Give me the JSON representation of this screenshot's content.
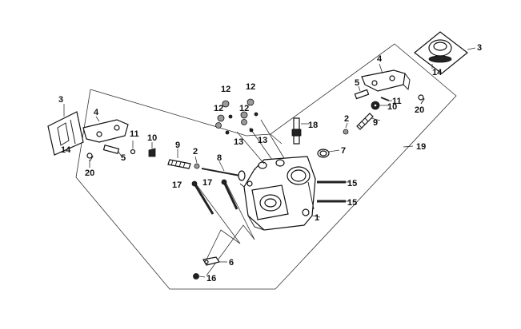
{
  "callouts": {
    "c1": "1",
    "c2a": "2",
    "c2b": "2",
    "c3a": "3",
    "c3b": "3",
    "c4a": "4",
    "c4b": "4",
    "c5a": "5",
    "c5b": "5",
    "c6": "6",
    "c7": "7",
    "c8": "8",
    "c9a": "9",
    "c9b": "9",
    "c10a": "10",
    "c10b": "10",
    "c11a": "11",
    "c11b": "11",
    "c12a": "12",
    "c12b": "12",
    "c12c": "12",
    "c12d": "12",
    "c13a": "13",
    "c13b": "13",
    "c14a": "14",
    "c14b": "14",
    "c15a": "15",
    "c15b": "15",
    "c16": "16",
    "c17a": "17",
    "c17b": "17",
    "c18": "18",
    "c19": "19",
    "c20a": "20",
    "c20b": "20"
  },
  "colors": {
    "line": "#222222",
    "background": "#ffffff"
  }
}
